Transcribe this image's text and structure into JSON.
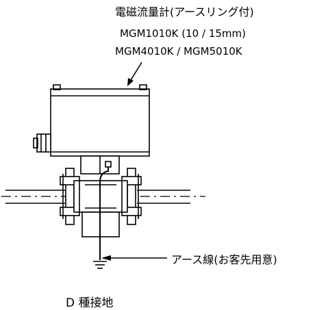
{
  "diagram": {
    "title": "電磁流量計(アースリング付)",
    "models": [
      "MGM1010K (10 / 15mm)",
      "MGM4010K / MGM5010K"
    ],
    "earth_wire_label": "アース線(お客先用意)",
    "ground_label": "D 種接地"
  }
}
